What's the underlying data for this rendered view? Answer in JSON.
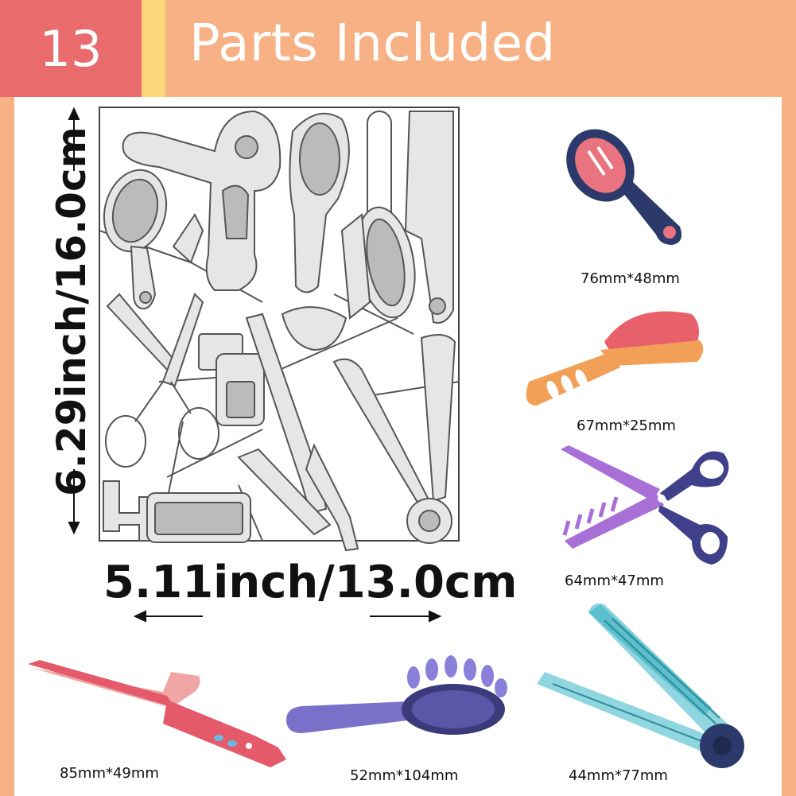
{
  "header": {
    "count": "13",
    "title": "Parts Included"
  },
  "dimensions": {
    "height": "6.29inch/16.0cm",
    "width": "5.11inch/13.0cm"
  },
  "parts": {
    "mirror": "76mm*48mm",
    "brush": "67mm*25mm",
    "scissors": "64mm*47mm",
    "curler": "85mm*49mm",
    "paddle_brush": "52mm*104mm",
    "straightener": "44mm*77mm"
  },
  "colors": {
    "header_bg": "#f7b184",
    "count_bg": "#e96b6b",
    "accent_bar": "#fcd67a",
    "panel": "#ffffff"
  }
}
